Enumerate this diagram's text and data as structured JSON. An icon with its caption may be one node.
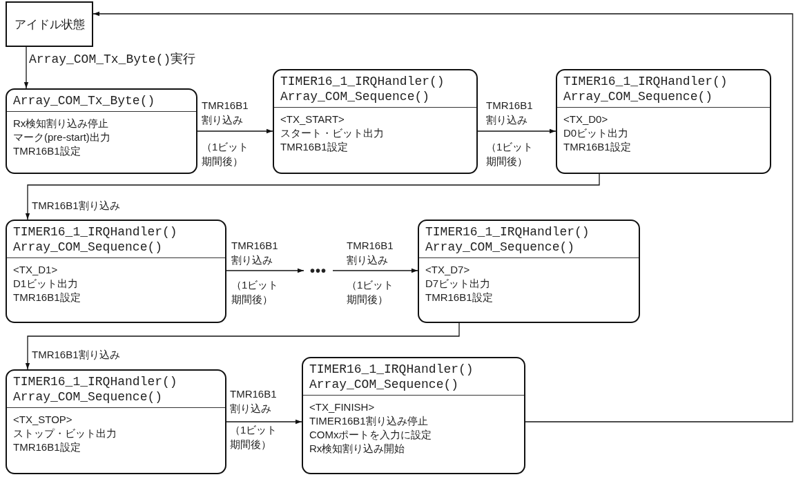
{
  "diagram": {
    "nodes": [
      {
        "text": [
          "アイドル状態"
        ]
      },
      {
        "text": [
          "Array_COM_Tx_Byte()",
          "Rx検知割り込み停止",
          "マーク(pre-start)出力",
          "TMR16B1設定"
        ]
      },
      {
        "text": [
          "TIMER16_1_IRQHandler()",
          "Array_COM_Sequence()",
          "<TX_START>",
          "スタート・ビット出力",
          "TMR16B1設定"
        ]
      },
      {
        "text": [
          "TIMER16_1_IRQHandler()",
          "Array_COM_Sequence()",
          "<TX_D0>",
          "D0ビット出力",
          "TMR16B1設定"
        ]
      },
      {
        "text": [
          "TIMER16_1_IRQHandler()",
          "Array_COM_Sequence()",
          "<TX_D1>",
          "D1ビット出力",
          "TMR16B1設定"
        ]
      },
      {
        "text": [
          "•••"
        ]
      },
      {
        "text": [
          "TIMER16_1_IRQHandler()",
          "Array_COM_Sequence()",
          "<TX_D7>",
          "D7ビット出力",
          "TMR16B1設定"
        ]
      },
      {
        "text": [
          "TIMER16_1_IRQHandler()",
          "Array_COM_Sequence()",
          "<TX_STOP>",
          "ストップ・ビット出力",
          "TMR16B1設定"
        ]
      },
      {
        "text": [
          "TIMER16_1_IRQHandler()",
          "Array_COM_Sequence()",
          "<TX_FINISH>",
          "TIMER16B1割り込み停止",
          "COMxポートを入力に設定",
          "Rx検知割り込み開始"
        ]
      }
    ],
    "edges": [
      {
        "from": 0,
        "to": 1,
        "arrow": "to",
        "label": "Array_COM_Tx_Byte()実行"
      },
      {
        "from": 1,
        "to": 2,
        "arrow": "to",
        "label": "TMR16B1割り込み"
      },
      {
        "from": 2,
        "to": 3,
        "arrow": "to",
        "label": "TMR16B1割り込み"
      },
      {
        "from": 3,
        "to": 4,
        "arrow": "to",
        "label": "TMR16B1割り込み"
      },
      {
        "from": 4,
        "to": 5,
        "arrow": "to",
        "label": "TMR16B1割り込み"
      },
      {
        "from": 5,
        "to": 6,
        "arrow": "to",
        "label": "TMR16B1割り込み"
      },
      {
        "from": 6,
        "to": 7,
        "arrow": "to",
        "label": "TMR16B1割り込み"
      },
      {
        "from": 7,
        "to": 8,
        "arrow": "to",
        "label": "TMR16B1割り込み"
      },
      {
        "from": 8,
        "to": 0,
        "arrow": "to"
      }
    ],
    "labels": [
      "（1ビット期間後）",
      "（1ビット期間後）",
      "（1ビット期間後）",
      "（1ビット期間後）",
      "（1ビット期間後）"
    ]
  }
}
